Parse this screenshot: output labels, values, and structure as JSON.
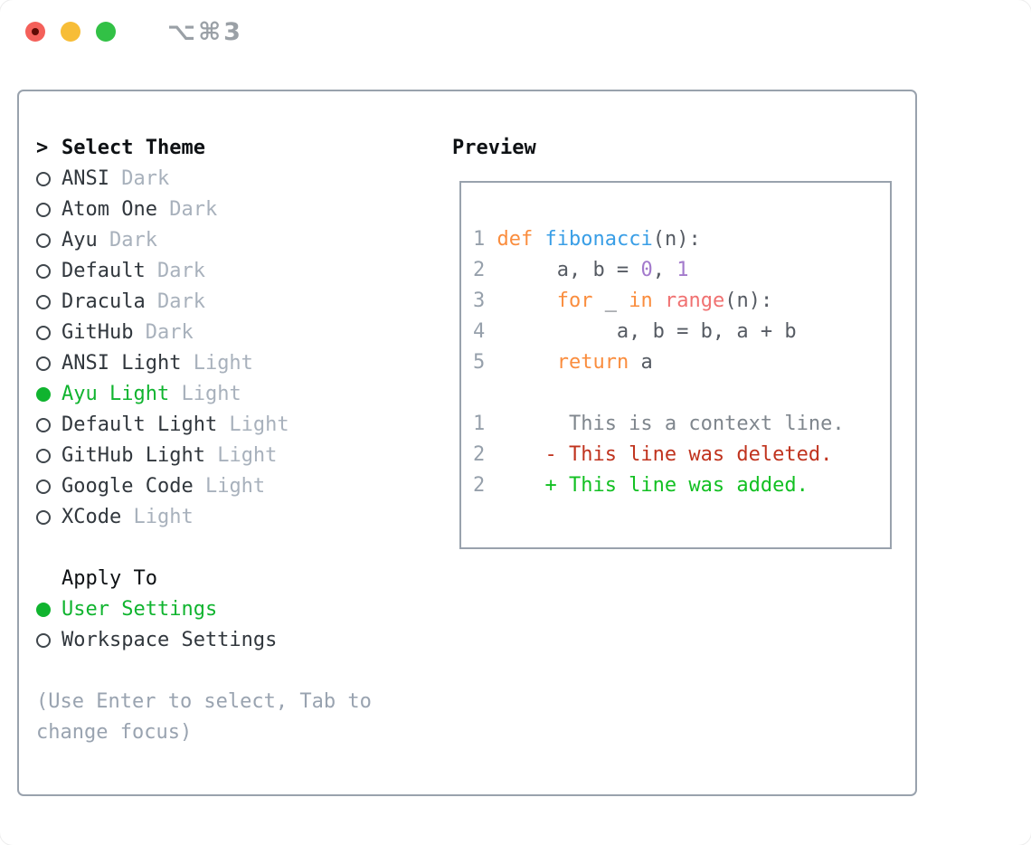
{
  "titlebar": {
    "shortcut": "⌥⌘3"
  },
  "select_theme": {
    "prompt": ">",
    "header": "Select Theme",
    "items": [
      {
        "name": "ANSI",
        "variant": "Dark",
        "selected": false
      },
      {
        "name": "Atom One",
        "variant": "Dark",
        "selected": false
      },
      {
        "name": "Ayu",
        "variant": "Dark",
        "selected": false
      },
      {
        "name": "Default",
        "variant": "Dark",
        "selected": false
      },
      {
        "name": "Dracula",
        "variant": "Dark",
        "selected": false
      },
      {
        "name": "GitHub",
        "variant": "Dark",
        "selected": false
      },
      {
        "name": "ANSI Light",
        "variant": "Light",
        "selected": false
      },
      {
        "name": "Ayu Light",
        "variant": "Light",
        "selected": true
      },
      {
        "name": "Default Light",
        "variant": "Light",
        "selected": false
      },
      {
        "name": "GitHub Light",
        "variant": "Light",
        "selected": false
      },
      {
        "name": "Google Code",
        "variant": "Light",
        "selected": false
      },
      {
        "name": "XCode",
        "variant": "Light",
        "selected": false
      }
    ]
  },
  "apply_to": {
    "header": "Apply To",
    "options": [
      {
        "name": "User Settings",
        "selected": true
      },
      {
        "name": "Workspace Settings",
        "selected": false
      }
    ]
  },
  "hint_lines": [
    "(Use Enter to select, Tab to",
    "change focus)"
  ],
  "preview": {
    "header": "Preview",
    "code_lines": [
      {
        "num": "1",
        "tokens": [
          [
            "keyword",
            "def"
          ],
          [
            "plain",
            " "
          ],
          [
            "entity",
            "fibonacci"
          ],
          [
            "plain",
            "(n):"
          ]
        ]
      },
      {
        "num": "2",
        "tokens": [
          [
            "plain",
            "     a, b = "
          ],
          [
            "number",
            "0"
          ],
          [
            "plain",
            ", "
          ],
          [
            "number",
            "1"
          ]
        ]
      },
      {
        "num": "3",
        "tokens": [
          [
            "plain",
            "     "
          ],
          [
            "keyword",
            "for"
          ],
          [
            "plain",
            " _ "
          ],
          [
            "keyword",
            "in"
          ],
          [
            "plain",
            " "
          ],
          [
            "special",
            "range"
          ],
          [
            "plain",
            "(n):"
          ]
        ]
      },
      {
        "num": "4",
        "tokens": [
          [
            "plain",
            "          a, b = b, a + b"
          ]
        ]
      },
      {
        "num": "5",
        "tokens": [
          [
            "plain",
            "     "
          ],
          [
            "keyword",
            "return"
          ],
          [
            "plain",
            " a"
          ]
        ]
      },
      {
        "num": "",
        "tokens": []
      },
      {
        "num": "1",
        "tokens": [
          [
            "context",
            "      This is a context line."
          ]
        ]
      },
      {
        "num": "2",
        "tokens": [
          [
            "deleted",
            "    - This line was deleted."
          ]
        ]
      },
      {
        "num": "2",
        "tokens": [
          [
            "added",
            "    + This line was added."
          ]
        ]
      }
    ]
  },
  "colors": {
    "keyword": "#fa8d3e",
    "entity": "#399ee6",
    "special": "#f07171",
    "number": "#a37acc",
    "plain": "#565b63",
    "context": "#7f868d",
    "deleted": "#c0331e",
    "added": "#12c022",
    "selected_green": "#10b42f"
  }
}
